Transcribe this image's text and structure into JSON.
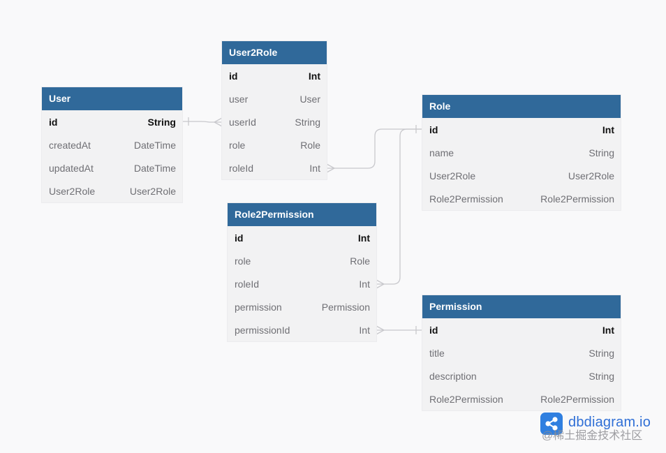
{
  "tables": {
    "user": {
      "name": "User",
      "rows": [
        {
          "field": "id",
          "type": "String"
        },
        {
          "field": "createdAt",
          "type": "DateTime"
        },
        {
          "field": "updatedAt",
          "type": "DateTime"
        },
        {
          "field": "User2Role",
          "type": "User2Role"
        }
      ]
    },
    "user2role": {
      "name": "User2Role",
      "rows": [
        {
          "field": "id",
          "type": "Int"
        },
        {
          "field": "user",
          "type": "User"
        },
        {
          "field": "userId",
          "type": "String"
        },
        {
          "field": "role",
          "type": "Role"
        },
        {
          "field": "roleId",
          "type": "Int"
        }
      ]
    },
    "role": {
      "name": "Role",
      "rows": [
        {
          "field": "id",
          "type": "Int"
        },
        {
          "field": "name",
          "type": "String"
        },
        {
          "field": "User2Role",
          "type": "User2Role"
        },
        {
          "field": "Role2Permission",
          "type": "Role2Permission"
        }
      ]
    },
    "role2permission": {
      "name": "Role2Permission",
      "rows": [
        {
          "field": "id",
          "type": "Int"
        },
        {
          "field": "role",
          "type": "Role"
        },
        {
          "field": "roleId",
          "type": "Int"
        },
        {
          "field": "permission",
          "type": "Permission"
        },
        {
          "field": "permissionId",
          "type": "Int"
        }
      ]
    },
    "permission": {
      "name": "Permission",
      "rows": [
        {
          "field": "id",
          "type": "Int"
        },
        {
          "field": "title",
          "type": "String"
        },
        {
          "field": "description",
          "type": "String"
        },
        {
          "field": "Role2Permission",
          "type": "Role2Permission"
        }
      ]
    }
  },
  "brand": {
    "name": "dbdiagram.io"
  },
  "watermark": {
    "text": "@稀土掘金技术社区"
  },
  "colors": {
    "header_bg": "#30699a",
    "table_bg": "#f2f2f3",
    "link": "#c8c8cc",
    "brand": "#2f7fe0"
  },
  "icons": {
    "brand_logo": "share-network-icon"
  }
}
